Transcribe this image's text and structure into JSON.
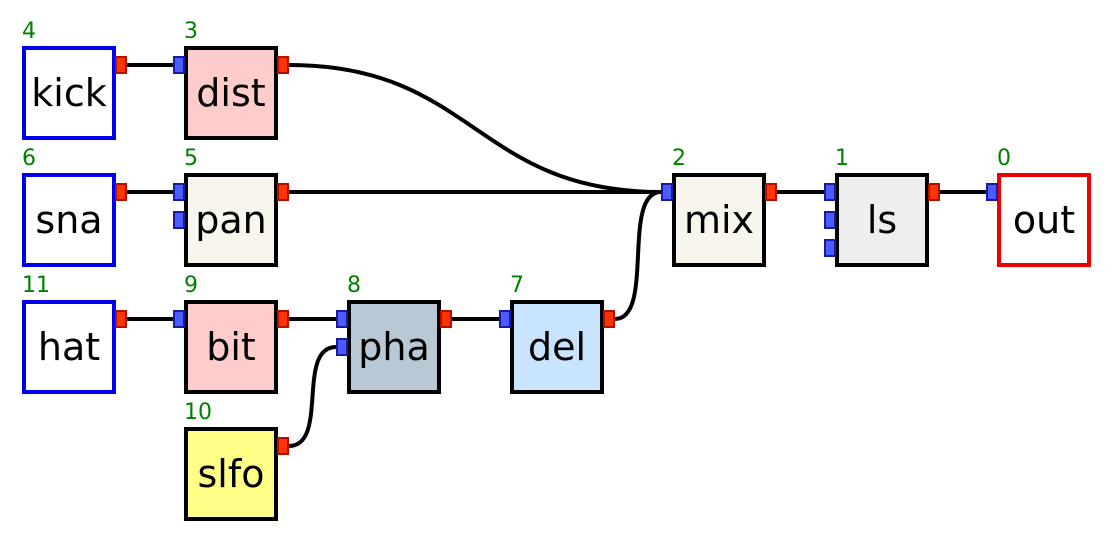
{
  "colors": {
    "input_border": "#0000ee",
    "output_border": "#ee0000",
    "index_text": "#008000",
    "wire": "#000000",
    "port_in": "#4a5cff",
    "port_out": "#ff3300"
  },
  "nodes": [
    {
      "id": "kick",
      "label": "kick",
      "index": "4",
      "fill": "#ffffff",
      "kind": "input",
      "inputs": 0
    },
    {
      "id": "sna",
      "label": "sna",
      "index": "6",
      "fill": "#ffffff",
      "kind": "input",
      "inputs": 0
    },
    {
      "id": "hat",
      "label": "hat",
      "index": "11",
      "fill": "#ffffff",
      "kind": "input",
      "inputs": 0
    },
    {
      "id": "dist",
      "label": "dist",
      "index": "3",
      "fill": "#ffcccc",
      "kind": "effect",
      "inputs": 1
    },
    {
      "id": "pan",
      "label": "pan",
      "index": "5",
      "fill": "#f8f5ec",
      "kind": "effect",
      "inputs": 2
    },
    {
      "id": "bit",
      "label": "bit",
      "index": "9",
      "fill": "#ffcccc",
      "kind": "effect",
      "inputs": 1
    },
    {
      "id": "slfo",
      "label": "slfo",
      "index": "10",
      "fill": "#ffff88",
      "kind": "modulator",
      "inputs": 0
    },
    {
      "id": "pha",
      "label": "pha",
      "index": "8",
      "fill": "#b8c8d4",
      "kind": "effect",
      "inputs": 2
    },
    {
      "id": "del",
      "label": "del",
      "index": "7",
      "fill": "#c8e4ff",
      "kind": "effect",
      "inputs": 1
    },
    {
      "id": "mix",
      "label": "mix",
      "index": "2",
      "fill": "#f8f5ec",
      "kind": "effect",
      "inputs": 1
    },
    {
      "id": "ls",
      "label": "ls",
      "index": "1",
      "fill": "#eeeeee",
      "kind": "effect",
      "inputs": 3
    },
    {
      "id": "out",
      "label": "out",
      "index": "0",
      "fill": "#ffffff",
      "kind": "output",
      "inputs": 1
    }
  ],
  "edges": [
    {
      "from": "kick",
      "to": "dist",
      "to_port": 0
    },
    {
      "from": "sna",
      "to": "pan",
      "to_port": 0
    },
    {
      "from": "hat",
      "to": "bit",
      "to_port": 0
    },
    {
      "from": "bit",
      "to": "pha",
      "to_port": 0
    },
    {
      "from": "slfo",
      "to": "pha",
      "to_port": 1
    },
    {
      "from": "pha",
      "to": "del",
      "to_port": 0
    },
    {
      "from": "dist",
      "to": "mix",
      "to_port": 0
    },
    {
      "from": "pan",
      "to": "mix",
      "to_port": 0
    },
    {
      "from": "del",
      "to": "mix",
      "to_port": 0
    },
    {
      "from": "mix",
      "to": "ls",
      "to_port": 0
    },
    {
      "from": "ls",
      "to": "out",
      "to_port": 0
    }
  ]
}
